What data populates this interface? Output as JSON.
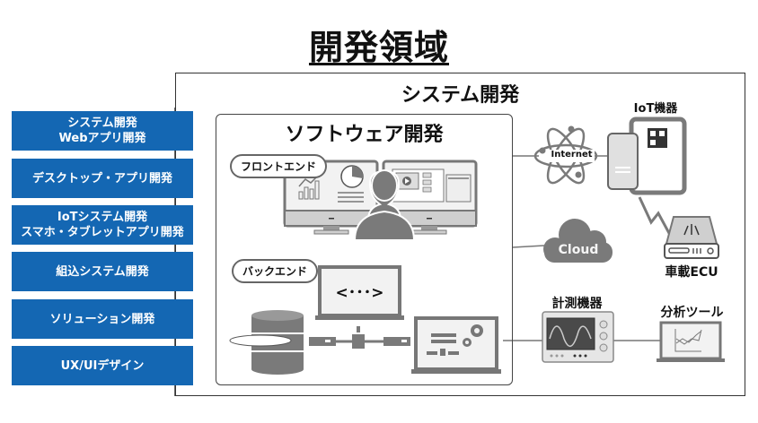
{
  "title": "開発領域",
  "categories": [
    {
      "line1": "システム開発",
      "line2": "Webアプリ開発"
    },
    {
      "line1": "デスクトップ・アプリ開発",
      "line2": ""
    },
    {
      "line1": "IoTシステム開発",
      "line2": "スマホ・タブレットアプリ開発"
    },
    {
      "line1": "組込システム開発",
      "line2": ""
    },
    {
      "line1": "ソリューション開発",
      "line2": ""
    },
    {
      "line1": "UX/UIデザイン",
      "line2": ""
    }
  ],
  "system": {
    "title": "システム開発",
    "software": {
      "title": "ソフトウェア開発",
      "frontend_label": "フロントエンド",
      "backend_label": "バックエンド",
      "code_text": "<･･･>"
    },
    "internet_label": "Internet",
    "cloud_label": "Cloud",
    "iot_label": "IoT機器",
    "ecu_label": "車載ECU",
    "measure_label": "計測機器",
    "analysis_label": "分析ツール"
  },
  "colors": {
    "category_blue": "#1467b3",
    "icon_gray": "#7a7a7a",
    "light_gray": "#d9d9d9"
  }
}
